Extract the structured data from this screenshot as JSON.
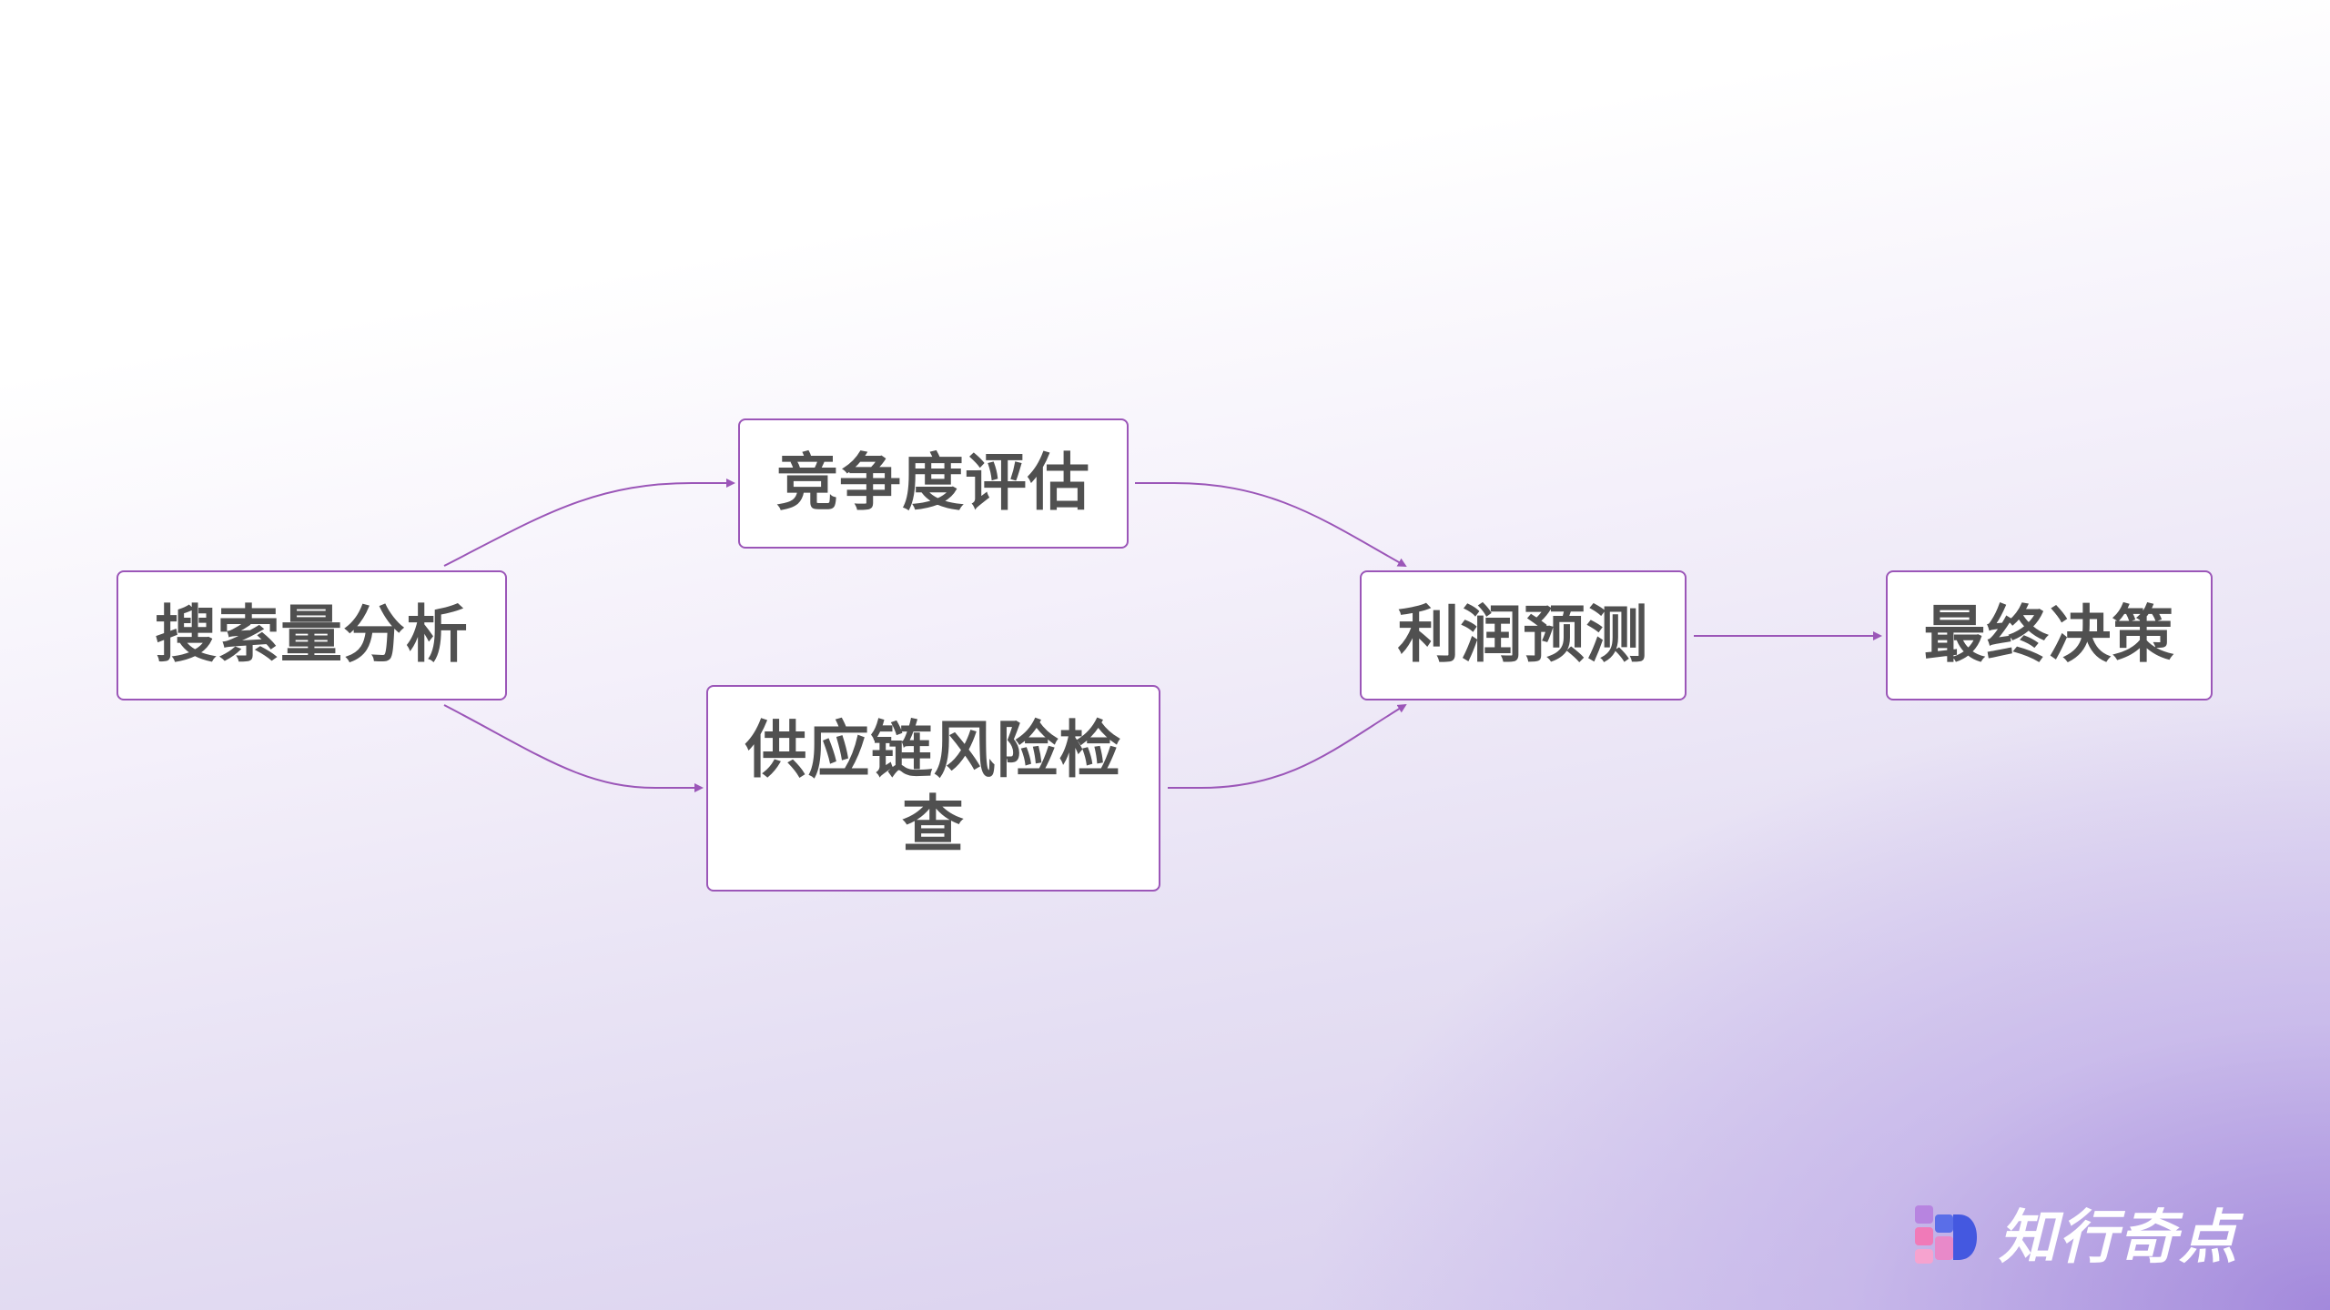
{
  "diagram": {
    "nodes": [
      {
        "id": "search",
        "label": "搜索量分析"
      },
      {
        "id": "competition",
        "label": "竞争度评估"
      },
      {
        "id": "supply",
        "label": "供应链风险检查"
      },
      {
        "id": "profit",
        "label": "利润预测"
      },
      {
        "id": "final",
        "label": "最终决策"
      }
    ],
    "edges": [
      {
        "from": "search",
        "to": "competition"
      },
      {
        "from": "search",
        "to": "supply"
      },
      {
        "from": "competition",
        "to": "profit"
      },
      {
        "from": "supply",
        "to": "profit"
      },
      {
        "from": "profit",
        "to": "final"
      }
    ],
    "colors": {
      "node_border": "#9b56b8",
      "edge": "#9b56b8",
      "text": "#505050"
    }
  },
  "brand": {
    "name": "知行奇点",
    "logo_icon": "brand-logo-icon"
  }
}
